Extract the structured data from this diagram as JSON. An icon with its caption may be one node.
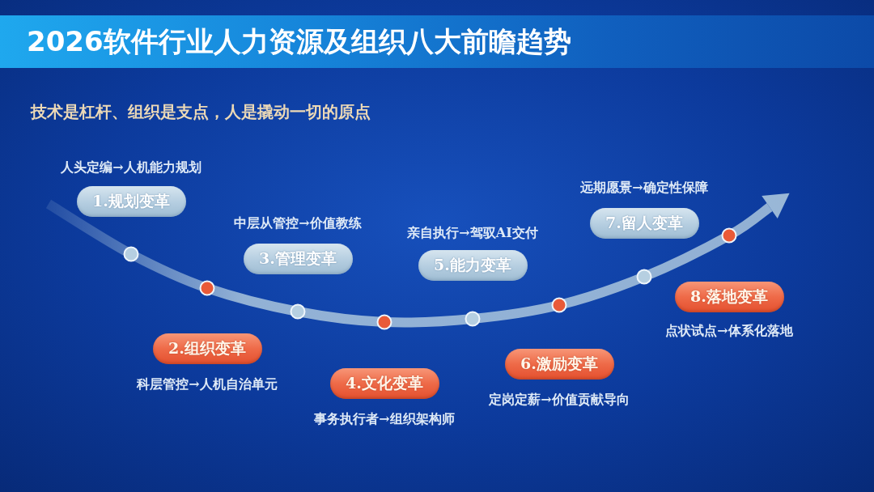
{
  "diagram": {
    "title": "2026软件行业人力资源及组织八大前瞻趋势",
    "nodes": [
      {
        "text": [
          "1.规划变革"
        ],
        "beside": [
          "人头定编→人机能力规划"
        ]
      },
      {
        "text": [
          "2.组织变革"
        ],
        "beside": [
          "科层管控→人机自治单元"
        ]
      },
      {
        "text": [
          "3.管理变革"
        ],
        "beside": [
          "中层从管控→价值教练"
        ]
      },
      {
        "text": [
          "4.文化变革"
        ],
        "beside": [
          "事务执行者→组织架构师"
        ]
      },
      {
        "text": [
          "5.能力变革"
        ],
        "beside": [
          "亲自执行→驾驭AI交付"
        ]
      },
      {
        "text": [
          "6.激励变革"
        ],
        "beside": [
          "定岗定薪→价值贡献导向"
        ]
      },
      {
        "text": [
          "7.留人变革"
        ],
        "beside": [
          "远期愿景→确定性保障"
        ]
      },
      {
        "text": [
          "8.落地变革"
        ],
        "beside": [
          "点状试点→体系化落地"
        ]
      }
    ],
    "labels": [
      "技术是杠杆、组织是支点，人是撬动一切的原点"
    ]
  }
}
